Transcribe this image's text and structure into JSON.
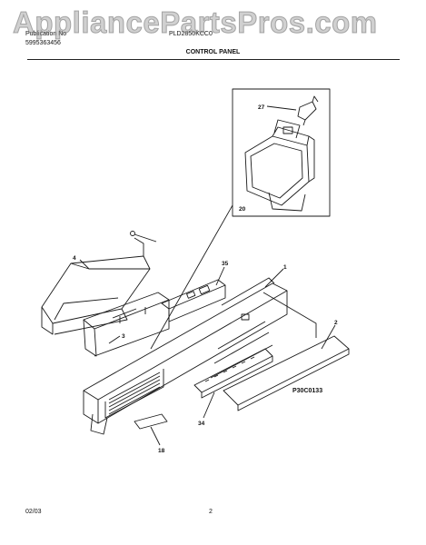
{
  "header": {
    "publication_label": "Publication No",
    "publication_number": "5995363456",
    "model": "PLD2850KCC0",
    "section_title": "CONTROL PANEL"
  },
  "watermark": "AppliancePartsPros.com",
  "callouts": [
    "27",
    "20",
    "4",
    "35",
    "1",
    "3",
    "2",
    "34",
    "18"
  ],
  "figure_code": "P30C0133",
  "footer": {
    "date": "02/03",
    "page": "2"
  }
}
